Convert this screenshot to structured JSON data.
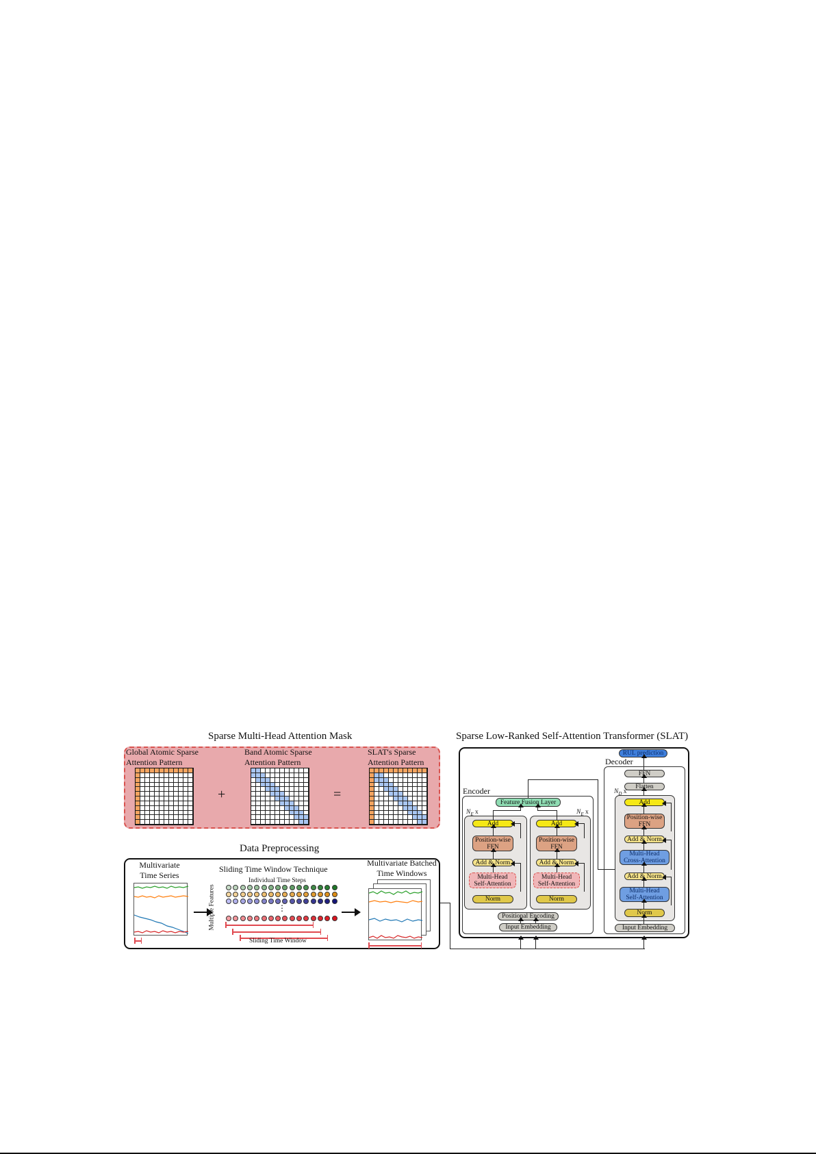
{
  "mask_section": {
    "title": "Sparse Multi-Head Attention Mask",
    "global": {
      "line1": "Global Atomic Sparse",
      "line2": "Attention Pattern"
    },
    "band": {
      "line1": "Band Atomic Sparse",
      "line2": "Attention Pattern"
    },
    "slat": {
      "line1": "SLAT's Sparse",
      "line2": "Attention Pattern"
    },
    "plus": "+",
    "equals": "=",
    "grid_size": 12,
    "colors": {
      "global": "#f4a460",
      "band": "#a9c6f2",
      "panel_bg": "#e8a9ac",
      "panel_border": "#d9534f"
    }
  },
  "preprocessing": {
    "title": "Data Preprocessing",
    "mts": {
      "line1": "Multivariate",
      "line2": "Time Series"
    },
    "stw": {
      "title": "Sliding Time Window Technique",
      "steps_label": "Individual Time Steps",
      "features_label": "Multiple Features",
      "window_label": "Sliding Time Window",
      "ellipsis": "⋮"
    },
    "batched": {
      "line1": "Multivariate Batched",
      "line2": "Time Windows"
    },
    "series_colors": [
      "#2ca02c",
      "#ff7f0e",
      "#1f77b4",
      "#d62728"
    ]
  },
  "slat": {
    "title": "Sparse Low-Ranked Self-Attention Transformer (SLAT)",
    "encoder": {
      "label": "Encoder",
      "fusion": "Feature Fusion Layer",
      "repeat_label": "N",
      "repeat_sub": "E",
      "repeat_x": "x",
      "add": "Add",
      "ffn_line1": "Position-wise",
      "ffn_line2": "FFN",
      "add_norm": "Add & Norm",
      "mhsa_line1": "Multi-Head",
      "mhsa_line2": "Self-Attention",
      "norm": "Norm",
      "pos_enc": "Positional Encoding",
      "input_emb": "Input Embedding"
    },
    "decoder": {
      "label": "Decoder",
      "output": "RUL prediction",
      "ffn": "FFN",
      "flatten": "Flatten",
      "repeat_label": "N",
      "repeat_sub": "D",
      "repeat_x": "x",
      "add": "Add",
      "ffn_line1": "Position-wise",
      "ffn_line2": "FFN",
      "add_norm": "Add & Norm",
      "mhca_line1": "Multi-Head",
      "mhca_line2": "Cross-Attention",
      "mhsa_line1": "Multi-Head",
      "mhsa_line2": "Self-Attention",
      "norm": "Norm",
      "input_emb": "Input Embedding"
    }
  }
}
